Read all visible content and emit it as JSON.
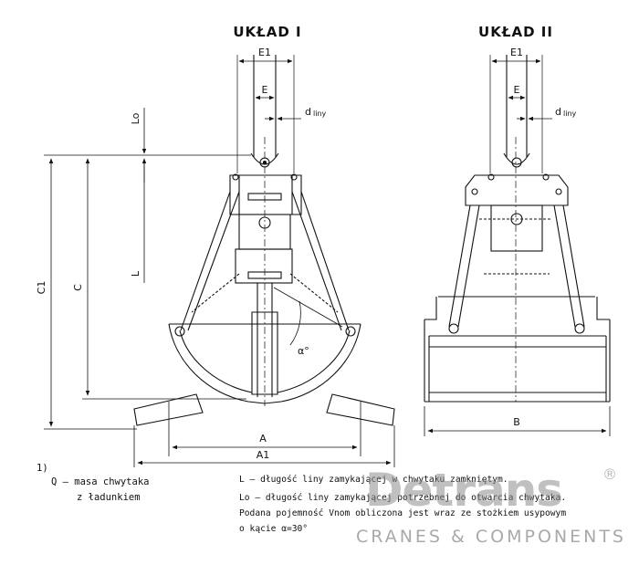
{
  "titles": {
    "layout1": "UKŁAD I",
    "layout2": "UKŁAD II"
  },
  "labels": {
    "E1": "E1",
    "E": "E",
    "d": "d",
    "d_sub": "liny",
    "Lo": "Lo",
    "L": "L",
    "C": "C",
    "C1": "C1",
    "A": "A",
    "A1": "A1",
    "B": "B",
    "alpha": "α°"
  },
  "notes": {
    "footnote_marker": "1)",
    "q_line1": "Q – masa chwytaka",
    "q_line2": "z ładunkiem",
    "l_desc": "L – długość liny zamykającej w chwytaku zamkniętym.",
    "lo_desc": "Lo – długość liny zamykającej potrzebnej do otwarcia chwytaka.",
    "capacity_line1": "Podana pojemność Vnom obliczona jest wraz ze stożkiem usypowym",
    "capacity_line2": "o kącie  α=30°"
  },
  "brand": {
    "name": "Detrans",
    "registered": "®",
    "tagline": "CRANES & COMPONENTS"
  },
  "colors": {
    "line": "#111111",
    "watermark": "#8c8c8c"
  }
}
